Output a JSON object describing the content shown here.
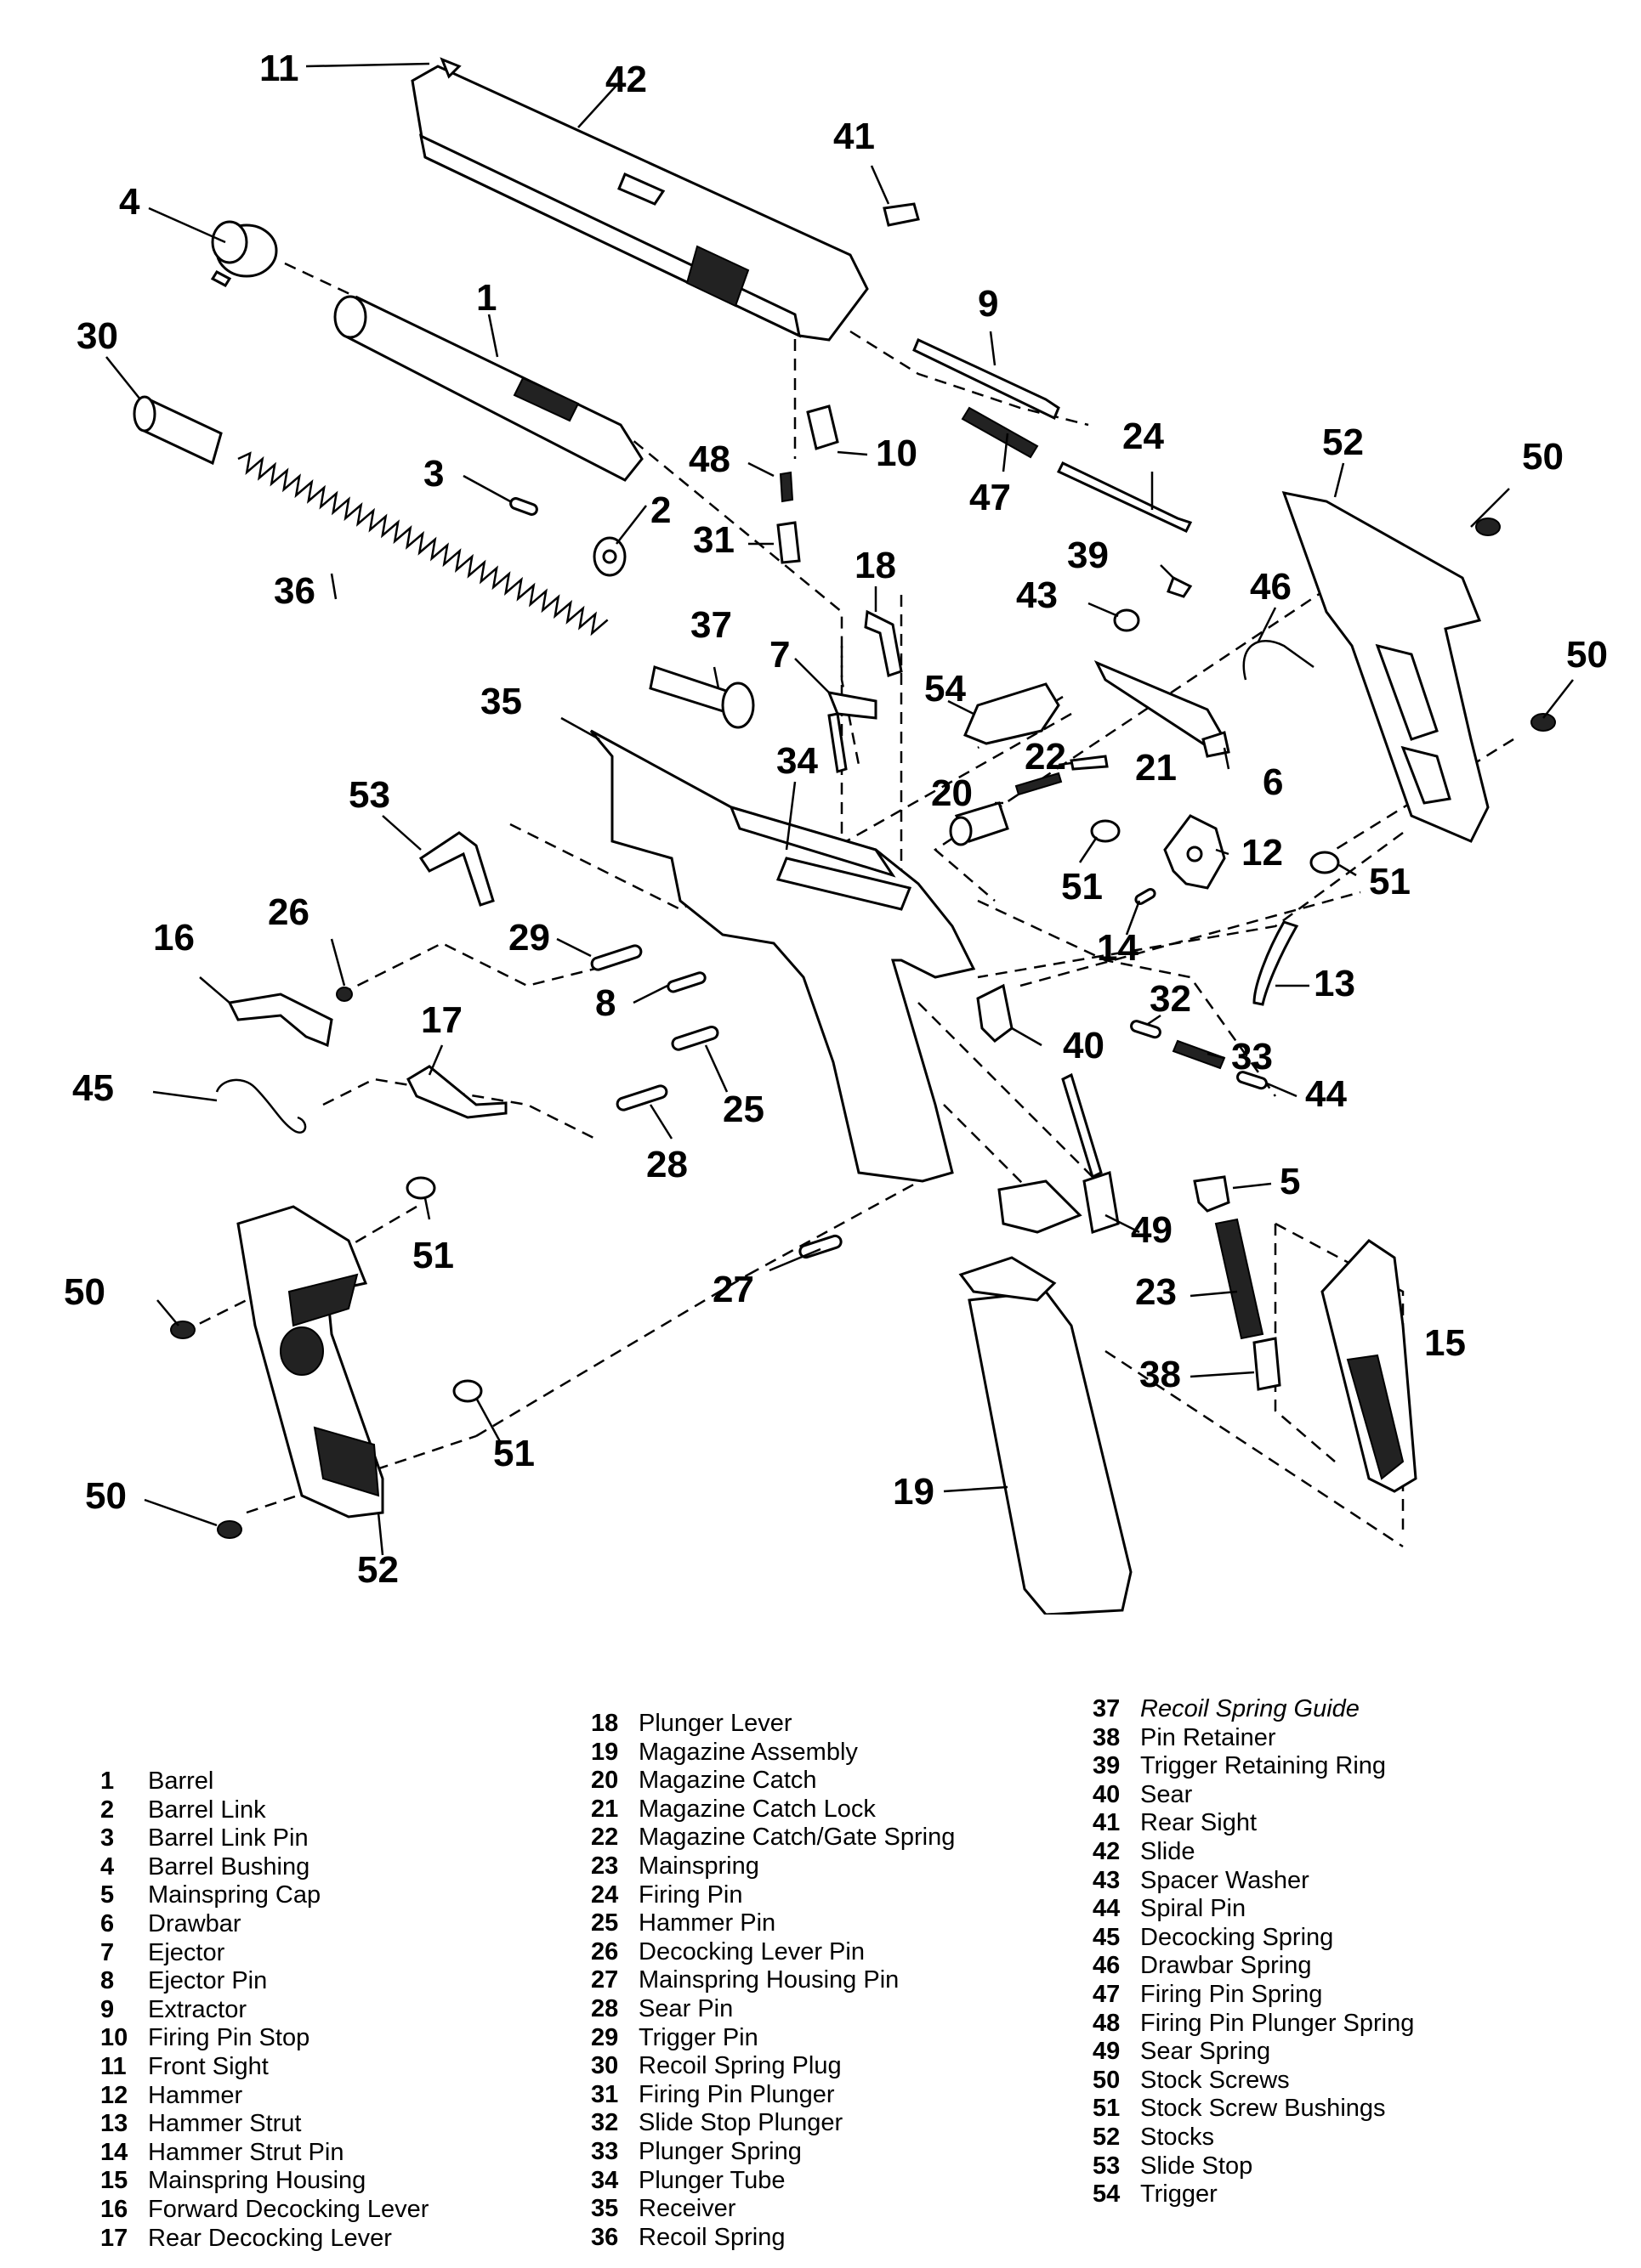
{
  "diagram": {
    "callouts": [
      "11",
      "42",
      "41",
      "4",
      "1",
      "9",
      "30",
      "3",
      "2",
      "48",
      "10",
      "47",
      "24",
      "52",
      "50",
      "31",
      "36",
      "18",
      "39",
      "43",
      "46",
      "37",
      "7",
      "54",
      "50",
      "35",
      "34",
      "22",
      "21",
      "6",
      "20",
      "53",
      "12",
      "51",
      "51",
      "26",
      "16",
      "29",
      "14",
      "8",
      "13",
      "32",
      "17",
      "40",
      "33",
      "44",
      "45",
      "25",
      "28",
      "5",
      "51",
      "49",
      "27",
      "50",
      "23",
      "15",
      "38",
      "51",
      "19",
      "50",
      "52"
    ]
  },
  "legend": {
    "col1": [
      {
        "num": "1",
        "label": "Barrel"
      },
      {
        "num": "2",
        "label": "Barrel Link"
      },
      {
        "num": "3",
        "label": "Barrel Link Pin"
      },
      {
        "num": "4",
        "label": "Barrel Bushing"
      },
      {
        "num": "5",
        "label": "Mainspring Cap"
      },
      {
        "num": "6",
        "label": "Drawbar"
      },
      {
        "num": "7",
        "label": "Ejector"
      },
      {
        "num": "8",
        "label": "Ejector Pin"
      },
      {
        "num": "9",
        "label": "Extractor"
      },
      {
        "num": "10",
        "label": "Firing Pin Stop"
      },
      {
        "num": "11",
        "label": "Front Sight"
      },
      {
        "num": "12",
        "label": "Hammer"
      },
      {
        "num": "13",
        "label": "Hammer Strut"
      },
      {
        "num": "14",
        "label": "Hammer Strut Pin"
      },
      {
        "num": "15",
        "label": "Mainspring Housing"
      },
      {
        "num": "16",
        "label": "Forward Decocking Lever"
      },
      {
        "num": "17",
        "label": "Rear Decocking Lever"
      }
    ],
    "col2": [
      {
        "num": "18",
        "label": "Plunger Lever"
      },
      {
        "num": "19",
        "label": "Magazine Assembly"
      },
      {
        "num": "20",
        "label": "Magazine Catch"
      },
      {
        "num": "21",
        "label": "Magazine Catch Lock"
      },
      {
        "num": "22",
        "label": "Magazine Catch/Gate Spring"
      },
      {
        "num": "23",
        "label": "Mainspring"
      },
      {
        "num": "24",
        "label": "Firing Pin"
      },
      {
        "num": "25",
        "label": "Hammer Pin"
      },
      {
        "num": "26",
        "label": "Decocking Lever Pin"
      },
      {
        "num": "27",
        "label": "Mainspring Housing Pin"
      },
      {
        "num": "28",
        "label": "Sear Pin"
      },
      {
        "num": "29",
        "label": "Trigger Pin"
      },
      {
        "num": "30",
        "label": "Recoil Spring Plug"
      },
      {
        "num": "31",
        "label": "Firing Pin Plunger"
      },
      {
        "num": "32",
        "label": "Slide Stop Plunger"
      },
      {
        "num": "33",
        "label": "Plunger Spring"
      },
      {
        "num": "34",
        "label": "Plunger Tube"
      },
      {
        "num": "35",
        "label": "Receiver"
      },
      {
        "num": "36",
        "label": "Recoil Spring"
      }
    ],
    "col3": [
      {
        "num": "37",
        "label": "Recoil Spring Guide"
      },
      {
        "num": "38",
        "label": "Pin Retainer"
      },
      {
        "num": "39",
        "label": "Trigger Retaining Ring"
      },
      {
        "num": "40",
        "label": "Sear"
      },
      {
        "num": "41",
        "label": "Rear Sight"
      },
      {
        "num": "42",
        "label": "Slide"
      },
      {
        "num": "43",
        "label": "Spacer Washer"
      },
      {
        "num": "44",
        "label": "Spiral Pin"
      },
      {
        "num": "45",
        "label": "Decocking Spring"
      },
      {
        "num": "46",
        "label": "Drawbar Spring"
      },
      {
        "num": "47",
        "label": "Firing Pin Spring"
      },
      {
        "num": "48",
        "label": "Firing Pin Plunger Spring"
      },
      {
        "num": "49",
        "label": "Sear Spring"
      },
      {
        "num": "50",
        "label": "Stock Screws"
      },
      {
        "num": "51",
        "label": "Stock Screw Bushings"
      },
      {
        "num": "52",
        "label": "Stocks"
      },
      {
        "num": "53",
        "label": "Slide Stop"
      },
      {
        "num": "54",
        "label": "Trigger"
      }
    ]
  }
}
